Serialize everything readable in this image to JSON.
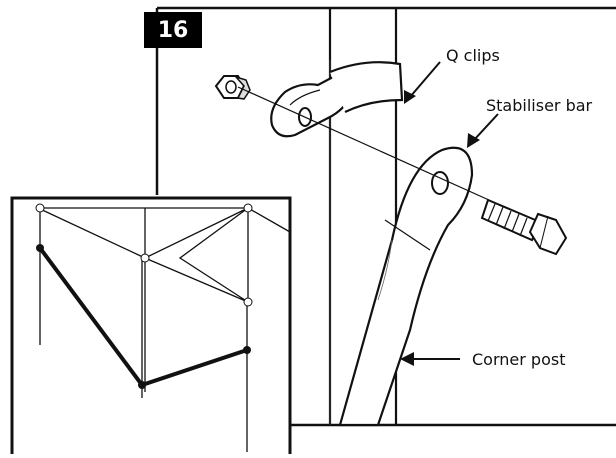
{
  "step": {
    "number": "16"
  },
  "labels": {
    "q_clips": "Q clips",
    "stabiliser_bar": "Stabiliser bar",
    "corner_post": "Corner post"
  },
  "colors": {
    "line": "#111111",
    "accent": "#000000",
    "fill": "#ffffff"
  }
}
